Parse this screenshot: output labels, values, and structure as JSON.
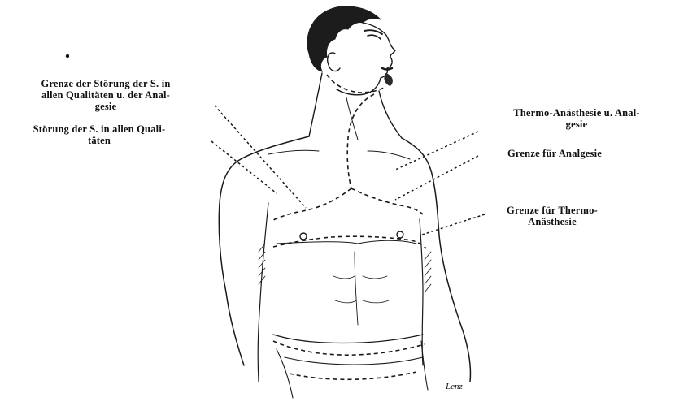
{
  "labels": {
    "grenze_stoerung_alle_analgesie": "Grenze der Störung der S. in\nallen Qualitäten u. der Anal-\ngesie",
    "stoerung_alle": "Störung der S. in allen Quali-\ntäten",
    "thermo_anaesthesie_analgesie": "Thermo-Anästhesie u. Anal-\ngesie",
    "grenze_analgesie": "Grenze für Analgesie",
    "grenze_thermo": "Grenze für Thermo-\nAnästhesie"
  },
  "signature": "Lenz",
  "colors": {
    "ink": "#1a1a1a",
    "background": "#ffffff"
  }
}
